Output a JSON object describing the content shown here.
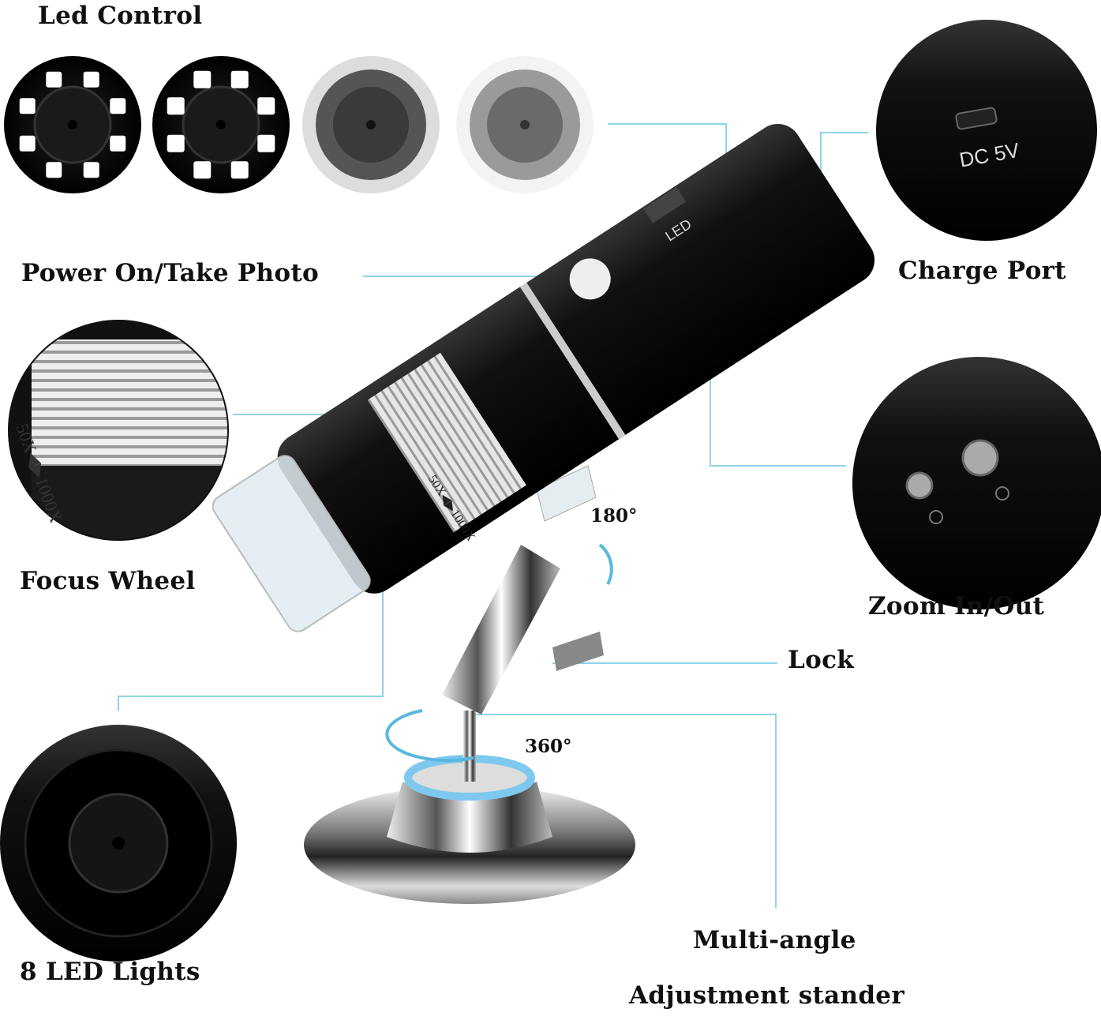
{
  "labels": {
    "led_control": "Led Control",
    "power": "Power On/Take Photo",
    "charge_port": "Charge Port",
    "focus_wheel": "Focus Wheel",
    "zoom": "Zoom In/Out",
    "lock": "Lock",
    "led_lights": "8 LED Lights",
    "multi_angle": "Multi-angle",
    "stander": "Adjustment stander",
    "rot_180": "180°",
    "rot_360": "360°"
  },
  "product_markings": {
    "port": "DC 5V",
    "led": "LED",
    "magnification": "50X◀▶1000X"
  },
  "colors": {
    "leader_line": "#8fd3ea",
    "body": "#111111",
    "accent_ring": "#7ec8f0"
  }
}
